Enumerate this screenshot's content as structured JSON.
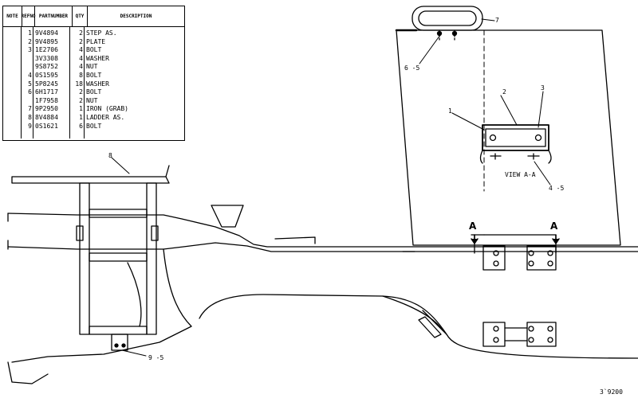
{
  "table": {
    "headers": {
      "note": "NOTE",
      "ref_line1": "REF",
      "ref_line2": "NO",
      "part_line1": "PART",
      "part_line2": "NUMBER",
      "qty": "QTY",
      "desc": "DESCRIPTION"
    },
    "rows": [
      {
        "note": "",
        "ref": "1",
        "part": "9V4894",
        "qty": "2",
        "desc": "STEP AS."
      },
      {
        "note": "",
        "ref": "2",
        "part": "9V4895",
        "qty": "2",
        "desc": "PLATE"
      },
      {
        "note": "",
        "ref": "3",
        "part": "1E2706",
        "qty": "4",
        "desc": "BOLT"
      },
      {
        "note": "",
        "ref": "",
        "part": "3V3308",
        "qty": "4",
        "desc": "WASHER"
      },
      {
        "note": "",
        "ref": "",
        "part": "9S8752",
        "qty": "4",
        "desc": "NUT"
      },
      {
        "note": "",
        "ref": "4",
        "part": "0S1595",
        "qty": "8",
        "desc": "BOLT"
      },
      {
        "note": "",
        "ref": "5",
        "part": "5P8245",
        "qty": "18",
        "desc": "WASHER"
      },
      {
        "note": "",
        "ref": "6",
        "part": "6H1717",
        "qty": "2",
        "desc": "BOLT"
      },
      {
        "note": "",
        "ref": "",
        "part": "1F7958",
        "qty": "2",
        "desc": "NUT"
      },
      {
        "note": "",
        "ref": "7",
        "part": "9P2950",
        "qty": "1",
        "desc": "IRON (GRAB)"
      },
      {
        "note": "",
        "ref": "8",
        "part": "8V4884",
        "qty": "1",
        "desc": "LADDER AS."
      },
      {
        "note": "",
        "ref": "9",
        "part": "0S1621",
        "qty": "6",
        "desc": "BOLT"
      }
    ]
  },
  "callouts": {
    "c1": "1",
    "c2": "2",
    "c3": "3",
    "c4_5": "4 -5",
    "c6_5": "6 -5",
    "c7": "7",
    "c8": "8",
    "c9_5": "9 -5",
    "section_a_left": "A",
    "section_a_right": "A"
  },
  "view_label": "VIEW A-A",
  "drawing_number": "3`9200"
}
